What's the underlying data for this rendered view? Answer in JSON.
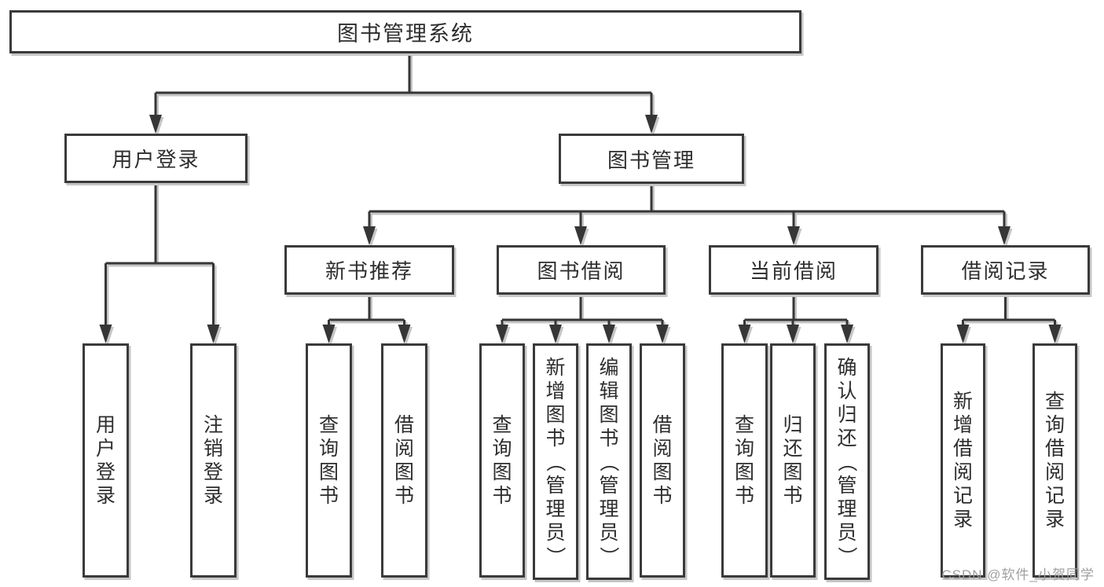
{
  "tree": {
    "label": "图书管理系统",
    "children": [
      {
        "label": "用户登录",
        "children": [
          {
            "label": "用户登录"
          },
          {
            "label": "注销登录"
          }
        ]
      },
      {
        "label": "图书管理",
        "children": [
          {
            "label": "新书推荐",
            "children": [
              {
                "label": "查询图书"
              },
              {
                "label": "借阅图书"
              }
            ]
          },
          {
            "label": "图书借阅",
            "children": [
              {
                "label": "查询图书"
              },
              {
                "label": "新增图书（管理员）"
              },
              {
                "label": "编辑图书（管理员）"
              },
              {
                "label": "借阅图书"
              }
            ]
          },
          {
            "label": "当前借阅",
            "children": [
              {
                "label": "查询图书"
              },
              {
                "label": "归还图书"
              },
              {
                "label": "确认归还（管理员）"
              }
            ]
          },
          {
            "label": "借阅记录",
            "children": [
              {
                "label": "新增借阅记录"
              },
              {
                "label": "查询借阅记录"
              }
            ]
          }
        ]
      }
    ]
  },
  "watermark": {
    "text": "CSDN @软件_小贺同学"
  },
  "colors": {
    "line": "#363636",
    "line_shadow": "#c6c6c6",
    "text": "#2d2d2d",
    "watermark": "#9b9b9b",
    "background": "#ffffff"
  }
}
